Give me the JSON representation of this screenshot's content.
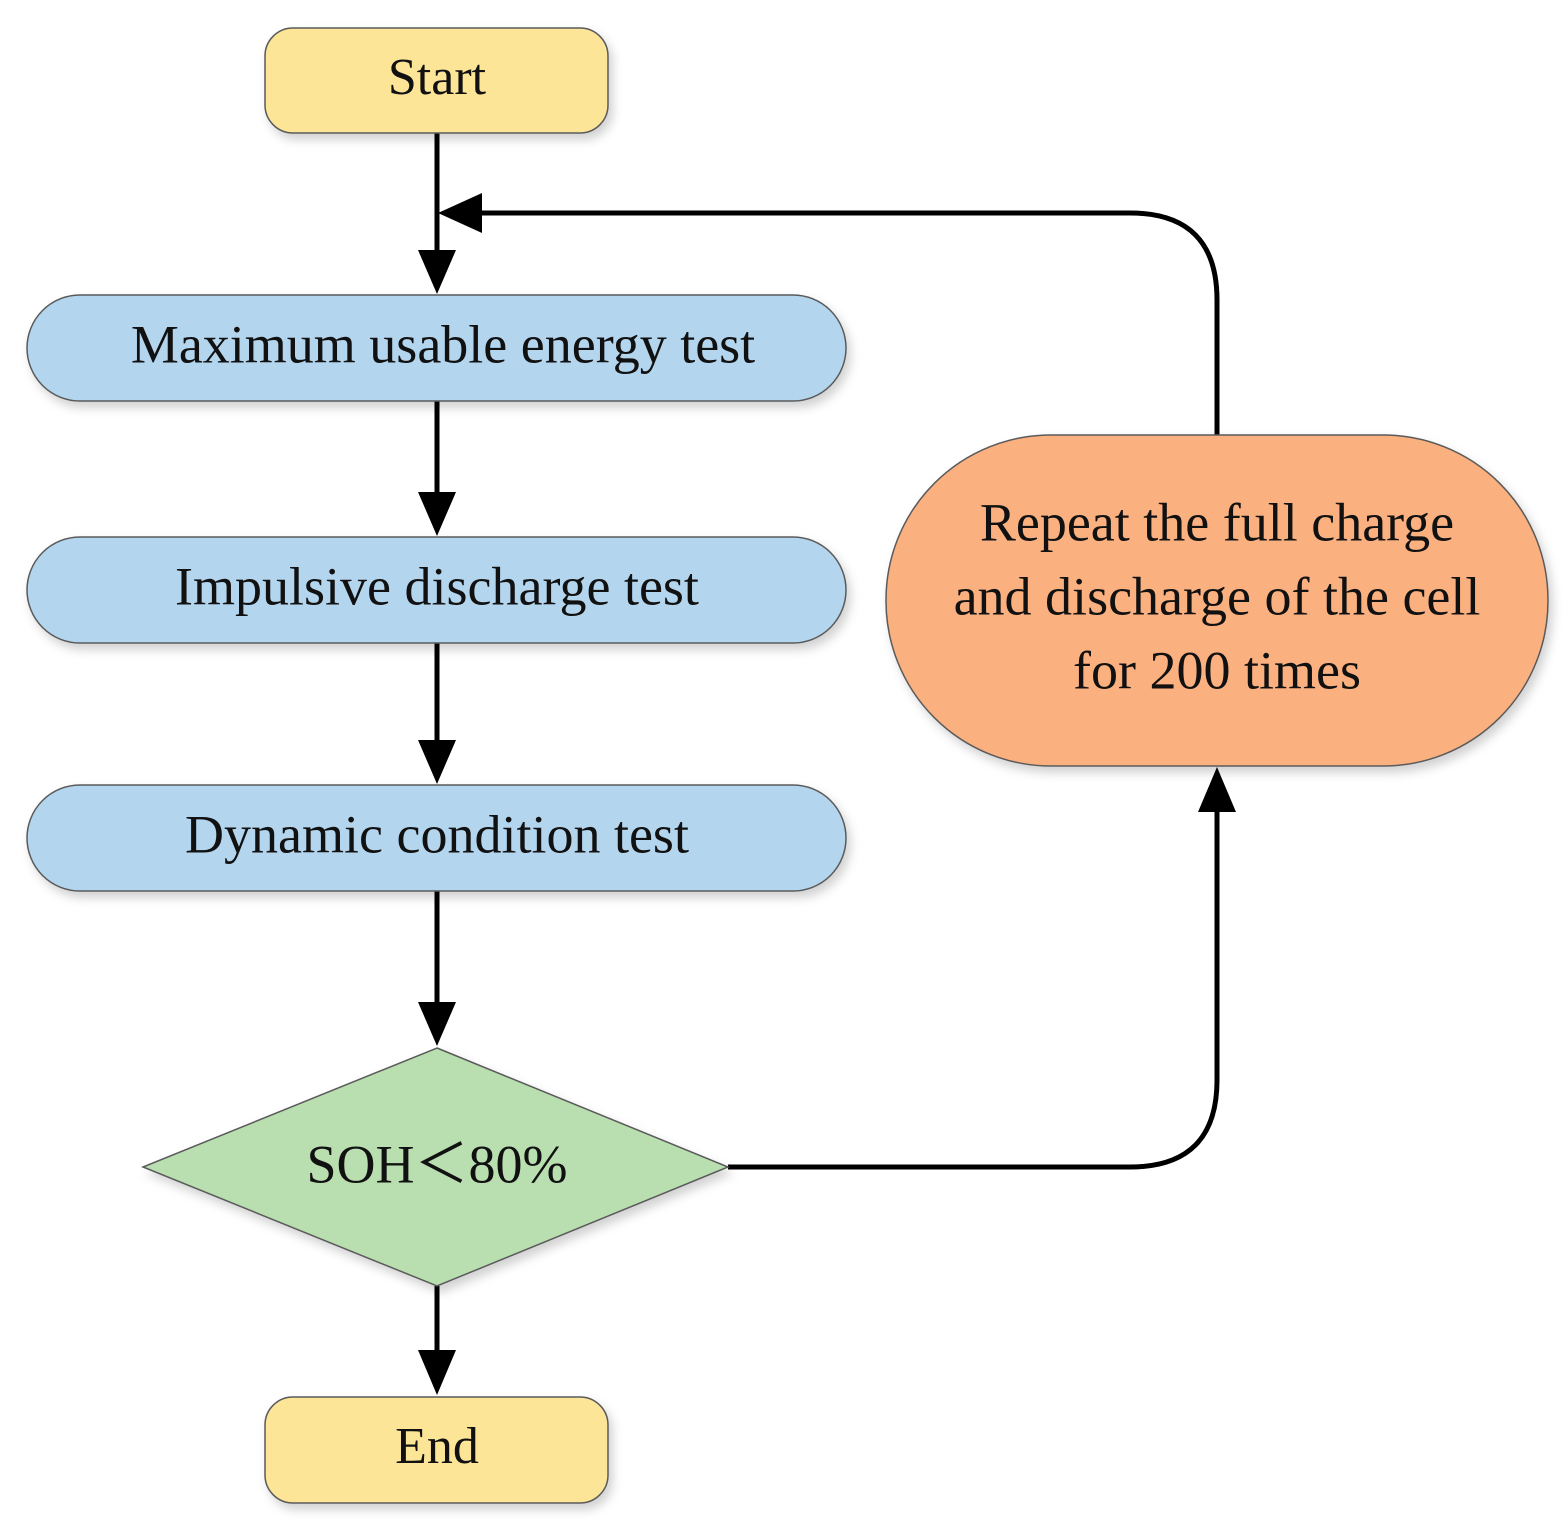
{
  "nodes": {
    "start": {
      "label": "Start",
      "color": "#FDE598"
    },
    "max_energy": {
      "label": "Maximum usable energy test",
      "color": "#B3D5EE"
    },
    "impulsive": {
      "label": "Impulsive discharge test",
      "color": "#B3D5EE"
    },
    "dynamic": {
      "label": "Dynamic condition test",
      "color": "#B3D5EE"
    },
    "decision": {
      "label": "SOH＜80%",
      "color": "#B9DFB0"
    },
    "repeat": {
      "lines": [
        "Repeat the full charge",
        "and discharge of the cell",
        "for 200 times"
      ],
      "color": "#FBB080"
    },
    "end": {
      "label": "End",
      "color": "#FDE598"
    }
  }
}
